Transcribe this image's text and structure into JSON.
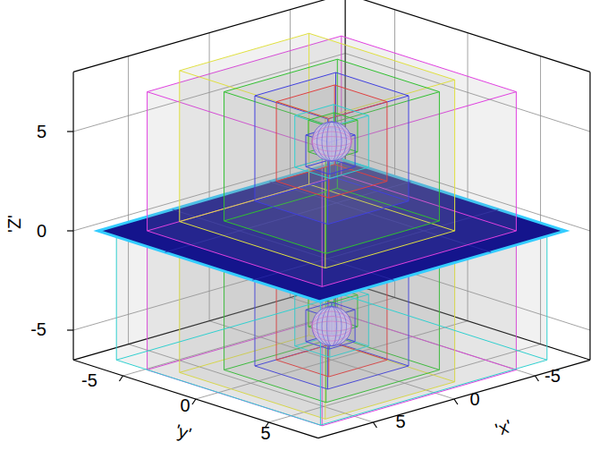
{
  "diagram": {
    "labels": [
      "5",
      "0",
      "-5",
      "'Z'",
      "-5",
      "0",
      "5",
      "'y'",
      "5",
      "0",
      "-5",
      "'x'"
    ]
  }
}
